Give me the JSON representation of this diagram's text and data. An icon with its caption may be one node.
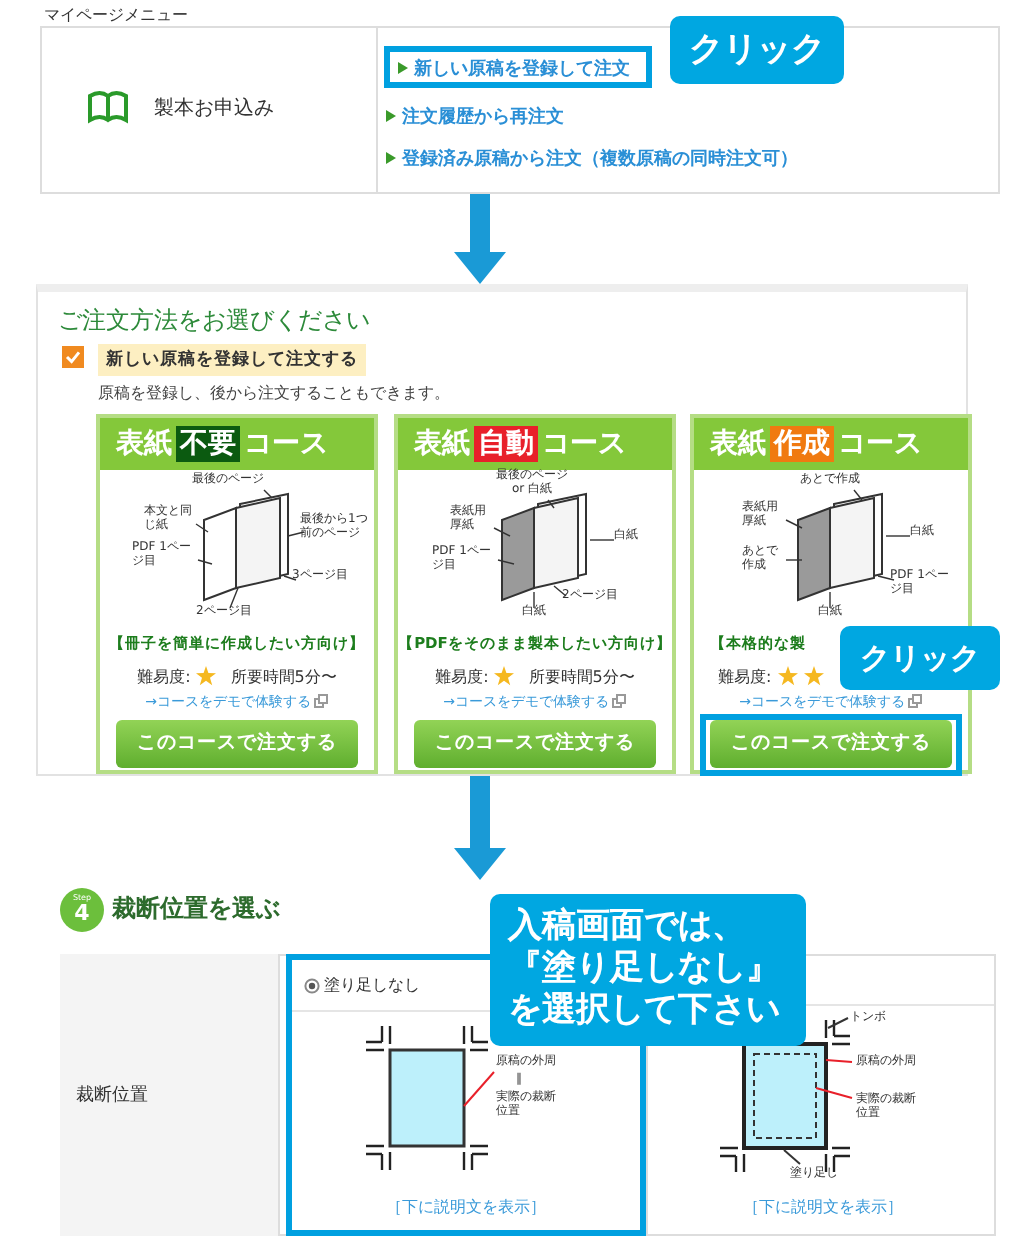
{
  "diagram": {
    "nodes": [
      {
        "text": [
          "マイページメニュー",
          "注文履歴から再注文",
          "登録済み原稿から注文（複数原稿の同時注文可）"
        ]
      },
      {
        "text": [
          "製本お申込み"
        ],
        "in": 0
      },
      {
        "text": [
          "新しい原稿を登録して注文"
        ],
        "in": 0
      },
      {
        "text": [
          "クリック"
        ],
        "in": 0
      },
      {
        "text": [
          "ご注文方法をお選びください",
          "新しい原稿を登録して注文する",
          "原稿を登録し、後から注文することもできます。"
        ]
      },
      {
        "text": [
          "表紙",
          "不要",
          "コース",
          "【冊子を簡単に作成したい方向け】",
          "難易度:",
          "所要時間5分〜",
          "→コースをデモで体験する"
        ],
        "in": 4
      },
      {
        "text": [
          "表紙",
          "自動",
          "コース",
          "【PDFをそのまま製本したい方向け】",
          "難易度:",
          "所要時間5分〜",
          "→コースをデモで体験する"
        ],
        "in": 4
      },
      {
        "text": [
          "表紙",
          "作成",
          "コース",
          "【本格的な製",
          "難易度:",
          "→コースをデモで体験する"
        ],
        "in": 4
      },
      {
        "text": [
          "このコースで注文する"
        ],
        "in": 5
      },
      {
        "text": [
          "このコースで注文する"
        ],
        "in": 6
      },
      {
        "text": [
          "このコースで注文する"
        ],
        "in": 7
      },
      {
        "text": [
          "クリック"
        ]
      },
      {
        "text": [
          "裁断位置を選ぶ"
        ]
      },
      {
        "text": [
          "Step",
          "4"
        ]
      },
      {
        "text": [
          "裁断位置"
        ],
        "in": 12
      },
      {
        "text": [
          "塗り足しなし",
          "［下に説明文を表示］"
        ],
        "in": 12
      },
      {
        "text": [
          "［下に説明文を表示］"
        ],
        "in": 12
      },
      {
        "text": [
          "入稿画面では、『塗り足しなし』を選択して下さい"
        ]
      }
    ],
    "edges": [
      {
        "from": 0,
        "to": 4,
        "arrow": "to"
      },
      {
        "from": 4,
        "to": 12,
        "arrow": "to"
      }
    ],
    "labels": [
      "最後のページ",
      "本文と同じ紙",
      "最後から1つ前のページ",
      "PDF 1ページ目",
      "3ページ目",
      "2ページ目",
      "最後のページ or 白紙",
      "表紙用厚紙",
      "PDF 1ページ目",
      "白紙",
      "2ページ目",
      "白紙",
      "あとで作成",
      "表紙用厚紙",
      "あとで作成",
      "白紙",
      "PDF 1ページ目",
      "白紙",
      "原稿の外周",
      "‖",
      "実際の裁断位置",
      "トンボ",
      "原稿の外周",
      "実際の裁断位置",
      "塗り足し"
    ]
  }
}
